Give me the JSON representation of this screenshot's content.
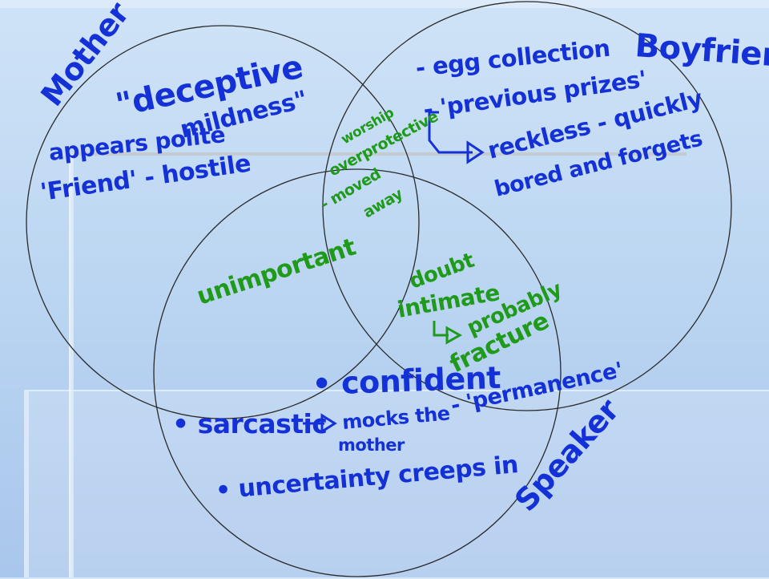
{
  "colors": {
    "circle_stroke": "#2a2a2a",
    "blue_ink": "#1431d8",
    "green_ink": "#1f9a1a",
    "bg_top": "#cfe3f7",
    "bg_bottom": "#a9c6ec"
  },
  "labels": {
    "mother": "Mother",
    "boyfriend": "Boyfriend",
    "speaker": "Speaker"
  },
  "mother_notes": {
    "deceptive": "\"deceptive",
    "mildness": "mildness\"",
    "appears_polite": "appears polite",
    "friend_hostile": "'Friend' - hostile"
  },
  "boyfriend_notes": {
    "egg_collection": "- egg collection",
    "previous_prizes": "- 'previous prizes'",
    "reckless": "reckless - quickly",
    "bored_forgets": "bored and forgets"
  },
  "mother_boyfriend_overlap": {
    "line1": "worship",
    "line2": "overprotective",
    "line3": "- moved",
    "line4": "away"
  },
  "mother_speaker_overlap": {
    "line1": "unimportant"
  },
  "boyfriend_speaker_overlap": {
    "line1": "doubt",
    "line2": "intimate",
    "line3": "probably",
    "line4": "fracture"
  },
  "speaker_notes": {
    "confident": "• confident",
    "permanence": "- 'permanence'",
    "sarcastic": "• sarcastic",
    "mocks_the": "mocks the",
    "mother_word": "mother",
    "uncertainty": "• uncertainty creeps in"
  }
}
